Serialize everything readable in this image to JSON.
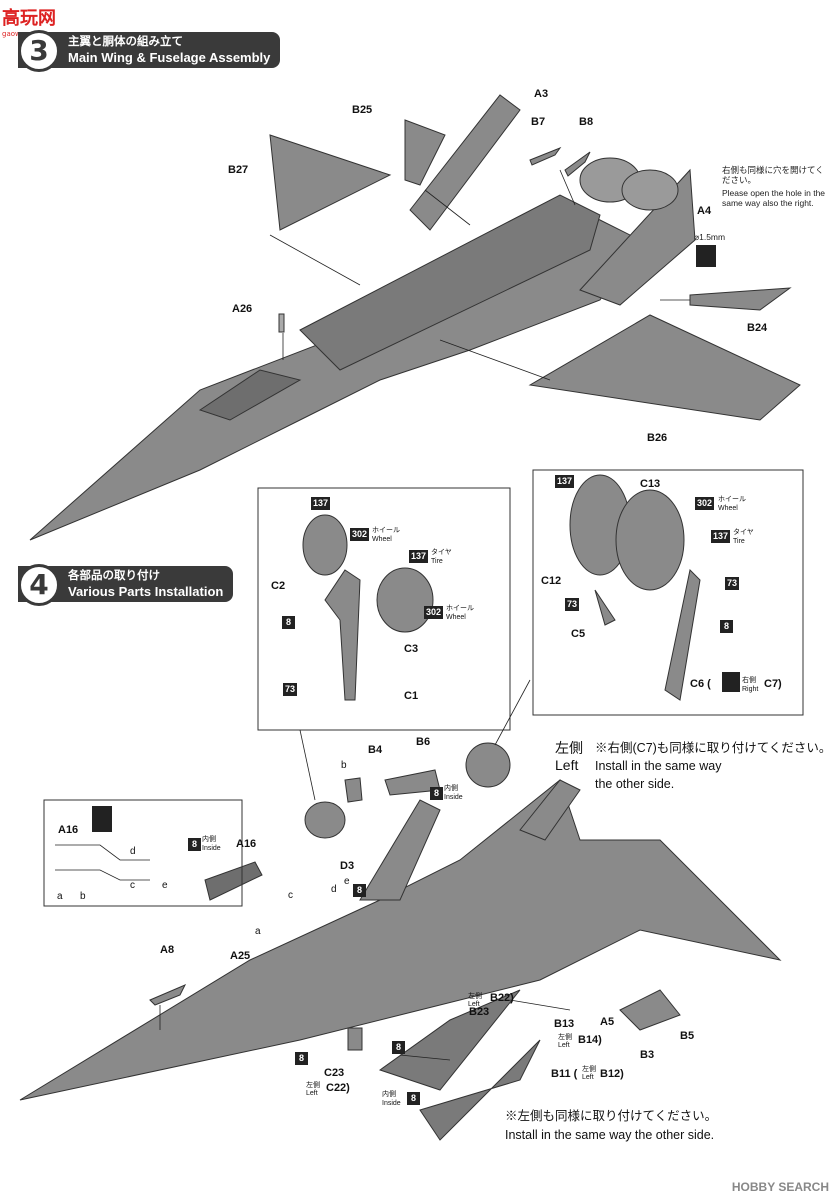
{
  "watermark_top": "高玩网",
  "watermark_top_url": "gaowan.net",
  "watermark_bottom": "HOBBY SEARCH",
  "step3": {
    "number": "3",
    "title_jp": "主翼と胴体の組み立て",
    "title_en": "Main Wing & Fuselage Assembly"
  },
  "step4": {
    "number": "4",
    "title_jp": "各部品の取り付け",
    "title_en": "Various Parts Installation"
  },
  "parts3": {
    "A3": "A3",
    "B25": "B25",
    "B7": "B7",
    "B8": "B8",
    "B27": "B27",
    "A4": "A4",
    "A26": "A26",
    "B24": "B24",
    "B26": "B26"
  },
  "hole_note": {
    "jp": "右側も同様に穴を開けてください。",
    "en": "Please open the hole in the same way also the right.",
    "dia": "⌀1.5mm"
  },
  "left_box": {
    "C2": "C2",
    "C3": "C3",
    "C1": "C1",
    "p8": "8",
    "p73": "73",
    "p137a": "137",
    "p137b": "137",
    "p302a": "302",
    "p302b": "302",
    "wheel_jp": "ホイール",
    "wheel_en": "Wheel",
    "tire_jp": "タイヤ",
    "tire_en": "Tire"
  },
  "right_box": {
    "C13": "C13",
    "C12": "C12",
    "C5": "C5",
    "C6": "C6 (",
    "C7": "C7)",
    "p137a": "137",
    "p137b": "137",
    "p302": "302",
    "p73a": "73",
    "p73b": "73",
    "p8": "8",
    "right_jp": "右側",
    "right_en": "Right",
    "wheel_jp": "ホイール",
    "wheel_en": "Wheel",
    "tire_jp": "タイヤ",
    "tire_en": "Tire"
  },
  "left_side": {
    "jp": "左側",
    "en": "Left"
  },
  "install_note": {
    "jp": "※右側(C7)も同様に取り付けてください。",
    "en1": "Install in the same way",
    "en2": "the other side."
  },
  "parts4": {
    "B4": "B4",
    "B6": "B6",
    "b": "b",
    "A16": "A16",
    "A16b": "A16",
    "D3": "D3",
    "c": "c",
    "d": "d",
    "e": "e",
    "a": "a",
    "A8": "A8",
    "A25": "A25",
    "B22": "B22)",
    "B23": "B23",
    "B13": "B13",
    "B14": "B14)",
    "A5": "A5",
    "B5": "B5",
    "B3": "B3",
    "C23": "C23",
    "C22": "C22)",
    "B11": "B11 (",
    "B12": "B12)",
    "p8": "8",
    "inside_jp": "内側",
    "inside_en": "Inside",
    "left_jp": "左側",
    "left_en": "Left",
    "diagram_a": "a",
    "diagram_b": "b",
    "diagram_c": "c",
    "diagram_d": "d",
    "diagram_e": "e"
  },
  "bottom_note": {
    "jp": "※左側も同様に取り付けてください。",
    "en": "Install in the same way the other side."
  },
  "colors": {
    "banner": "#3a3a3a",
    "part_gray": "#8a8a8a",
    "part_dark": "#6e6e6e"
  }
}
